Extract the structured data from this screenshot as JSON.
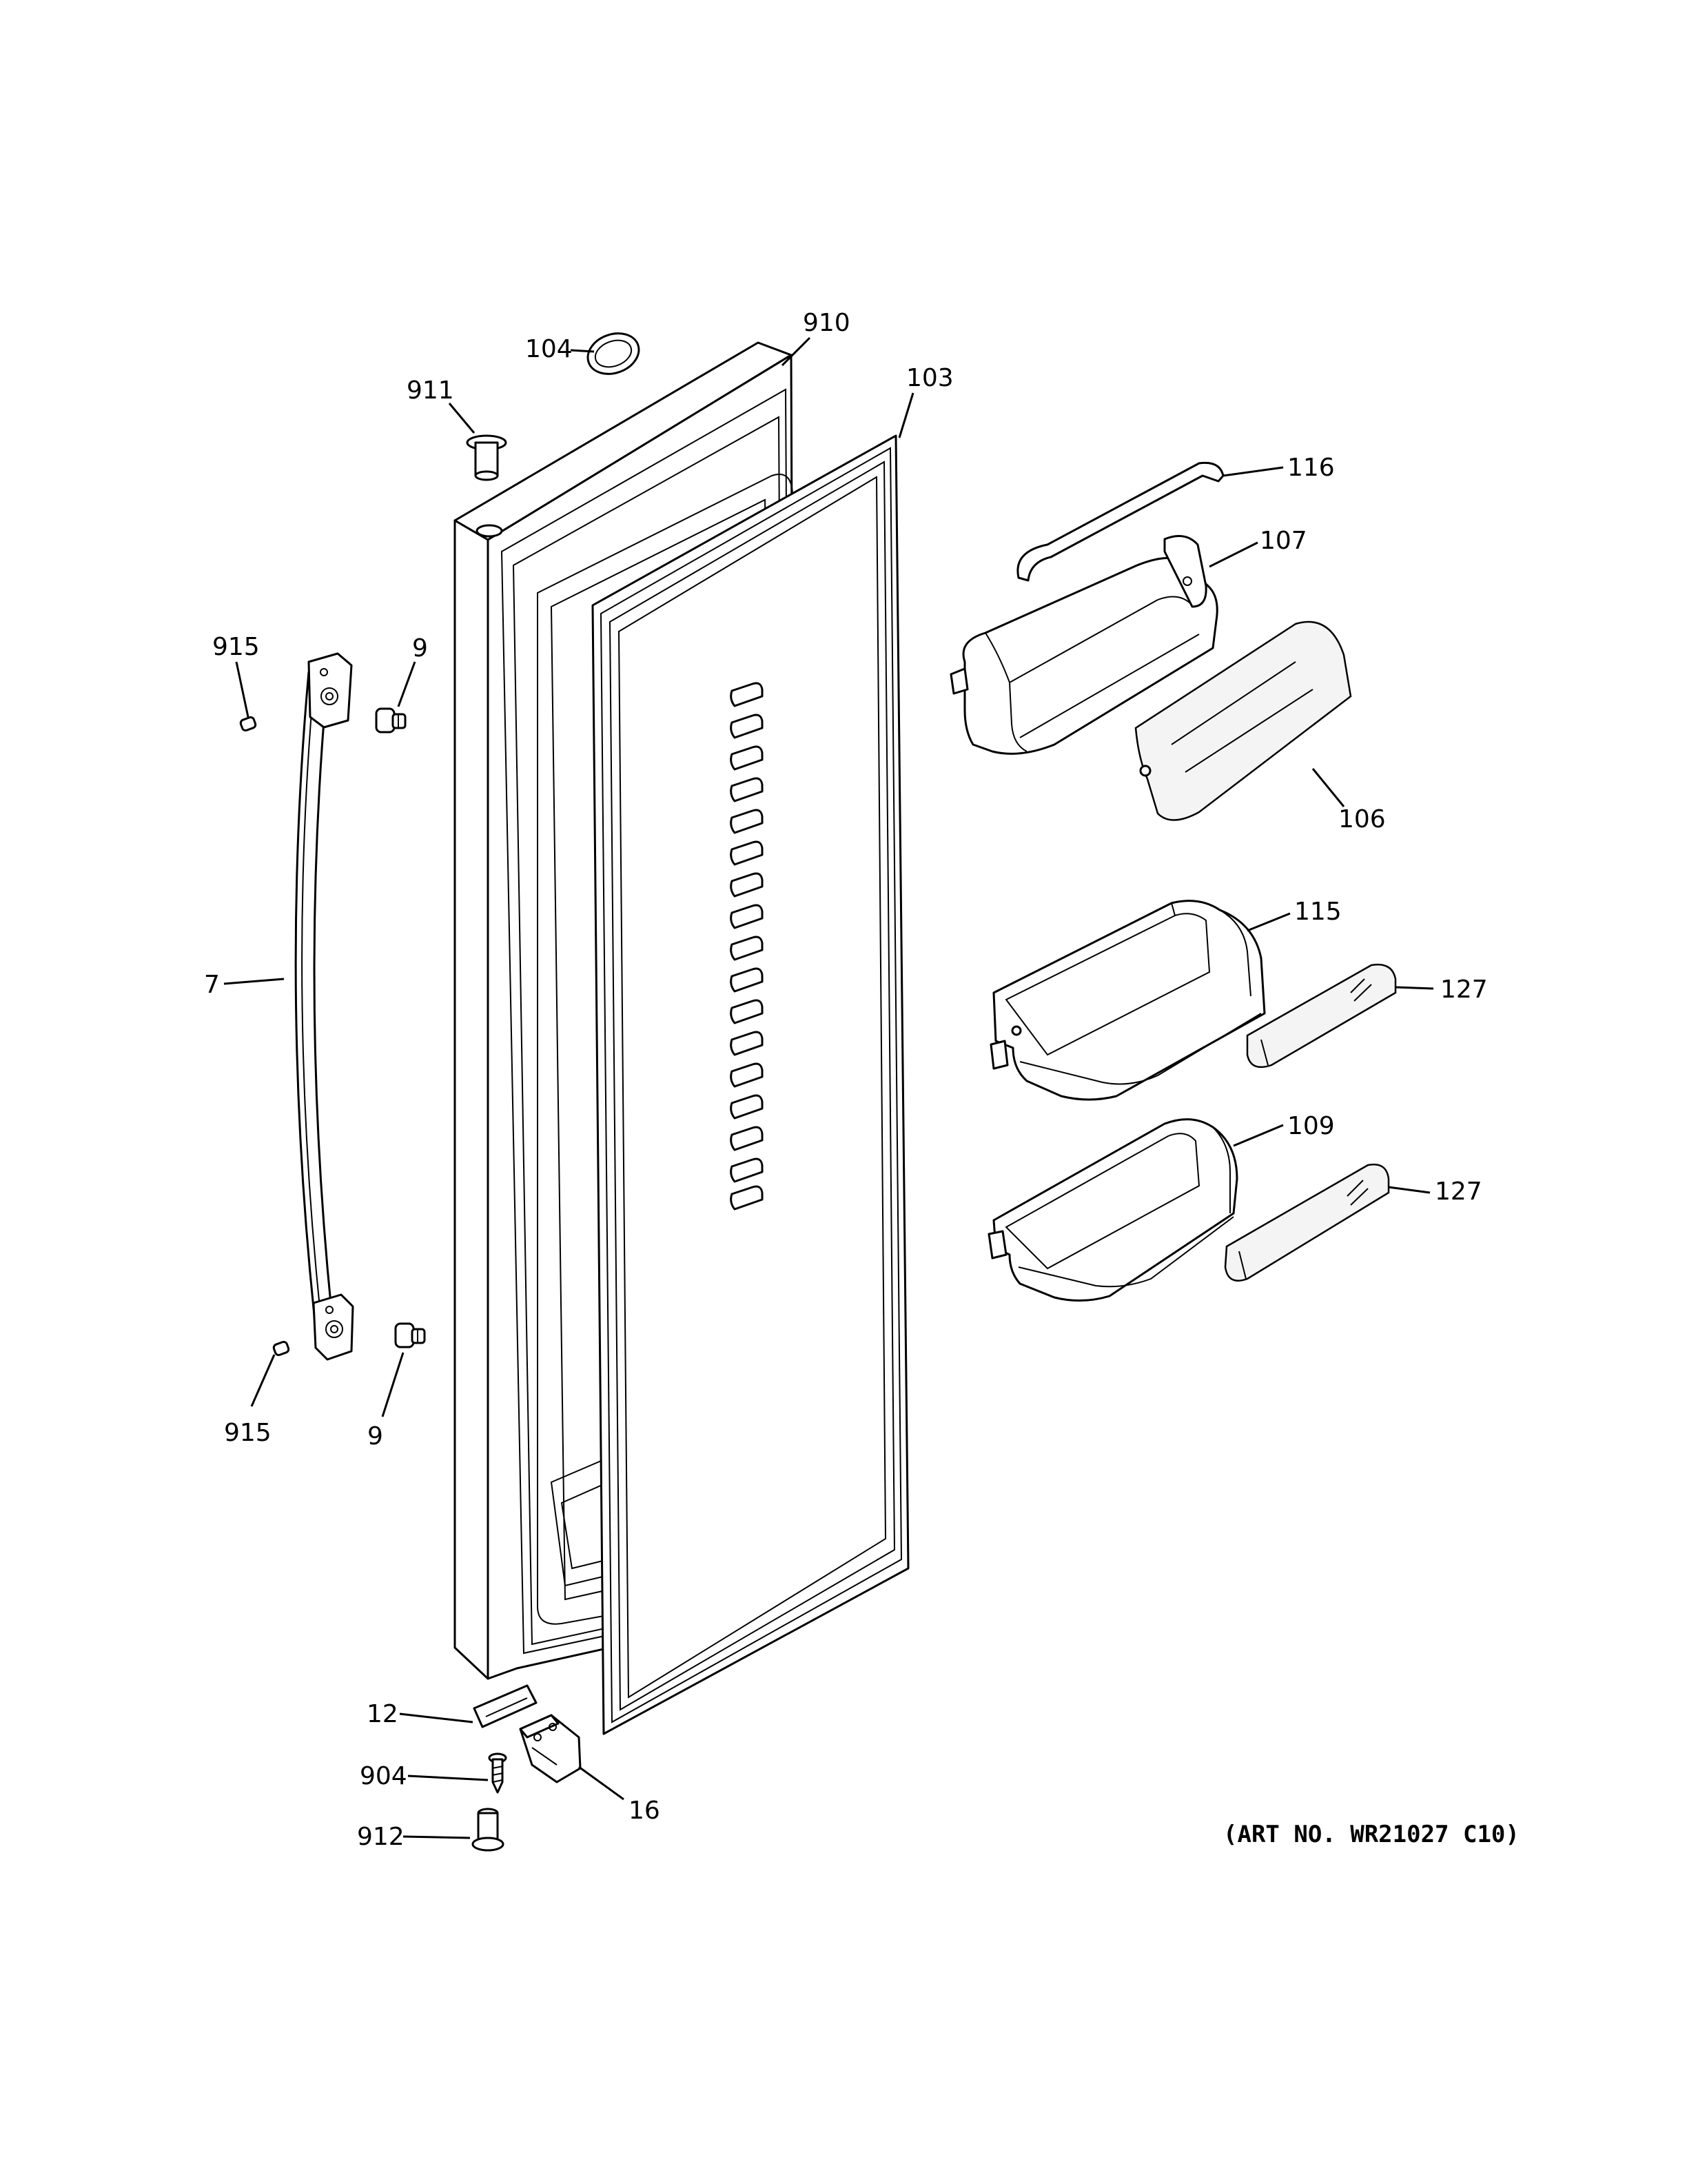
{
  "art_number": "(ART NO. WR21027 C10)",
  "labels": {
    "p104": "104",
    "p910": "910",
    "p911": "911",
    "p103": "103",
    "p116": "116",
    "p107": "107",
    "p915_top": "915",
    "p9_top": "9",
    "p106": "106",
    "p115": "115",
    "p7": "7",
    "p127_top": "127",
    "p109": "109",
    "p127_bottom": "127",
    "p915_bottom": "915",
    "p9_bottom": "9",
    "p12": "12",
    "p904": "904",
    "p16": "16",
    "p912": "912"
  }
}
